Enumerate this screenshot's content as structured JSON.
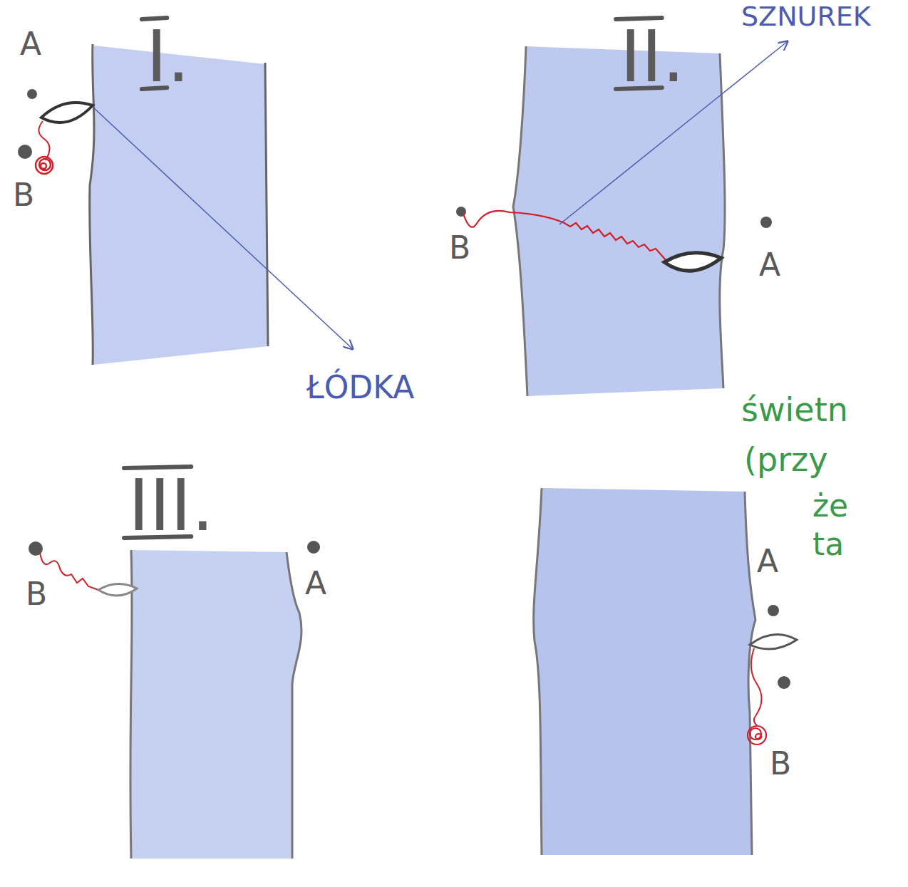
{
  "diagram": {
    "labels": [
      "I.",
      "A",
      "B",
      "ŁÓDKA",
      "II.",
      "SZNUREK",
      "B",
      "A",
      "III.",
      "B",
      "A",
      "A",
      "B",
      "świetn",
      "(przy",
      "że",
      "ta"
    ]
  }
}
